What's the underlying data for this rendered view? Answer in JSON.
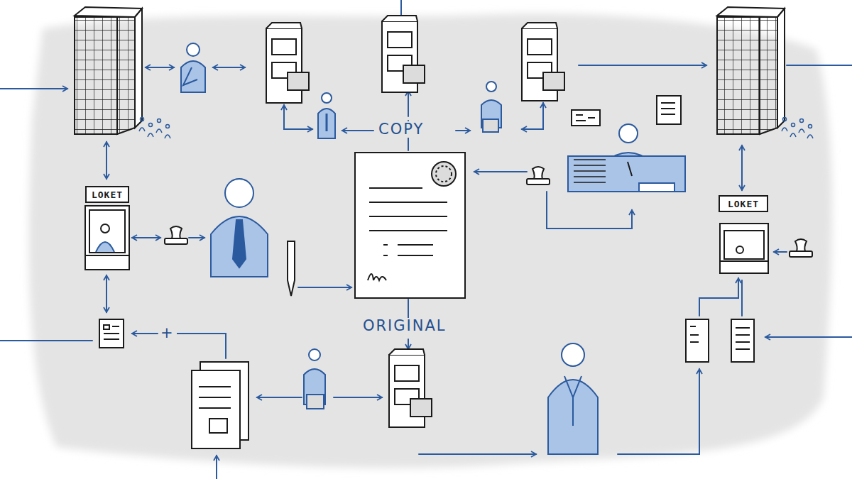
{
  "diagram": {
    "nodes": [
      {
        "text": [
          "LOKET"
        ]
      },
      {
        "text": [
          "LOKET"
        ]
      }
    ],
    "labels": [
      "COPY",
      "ORIGINAL",
      "+"
    ]
  }
}
